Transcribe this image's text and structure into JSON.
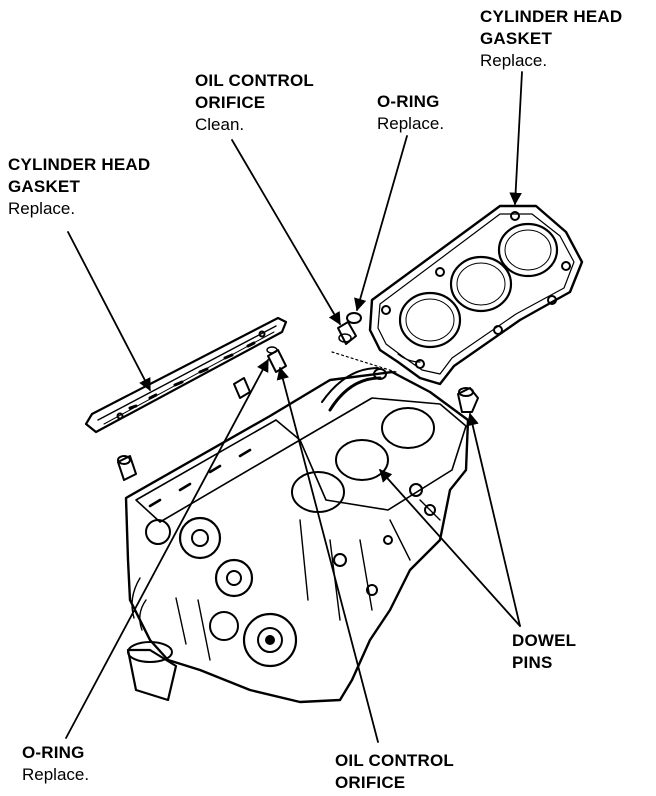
{
  "callouts": {
    "gasket_left": {
      "name_line1": "CYLINDER HEAD",
      "name_line2": "GASKET",
      "action": "Replace."
    },
    "oil_top": {
      "name_line1": "OIL CONTROL",
      "name_line2": "ORIFICE",
      "action": "Clean."
    },
    "oring_top": {
      "name_line1": "O-RING",
      "action": "Replace."
    },
    "gasket_right": {
      "name_line1": "CYLINDER HEAD",
      "name_line2": "GASKET",
      "action": "Replace."
    },
    "dowel": {
      "name_line1": "DOWEL",
      "name_line2": "PINS"
    },
    "oring_bottom": {
      "name_line1": "O-RING",
      "action": "Replace."
    },
    "oil_bottom": {
      "name_line1": "OIL CONTROL",
      "name_line2": "ORIFICE"
    }
  },
  "colors": {
    "ink": "#000000",
    "paper": "#ffffff"
  }
}
